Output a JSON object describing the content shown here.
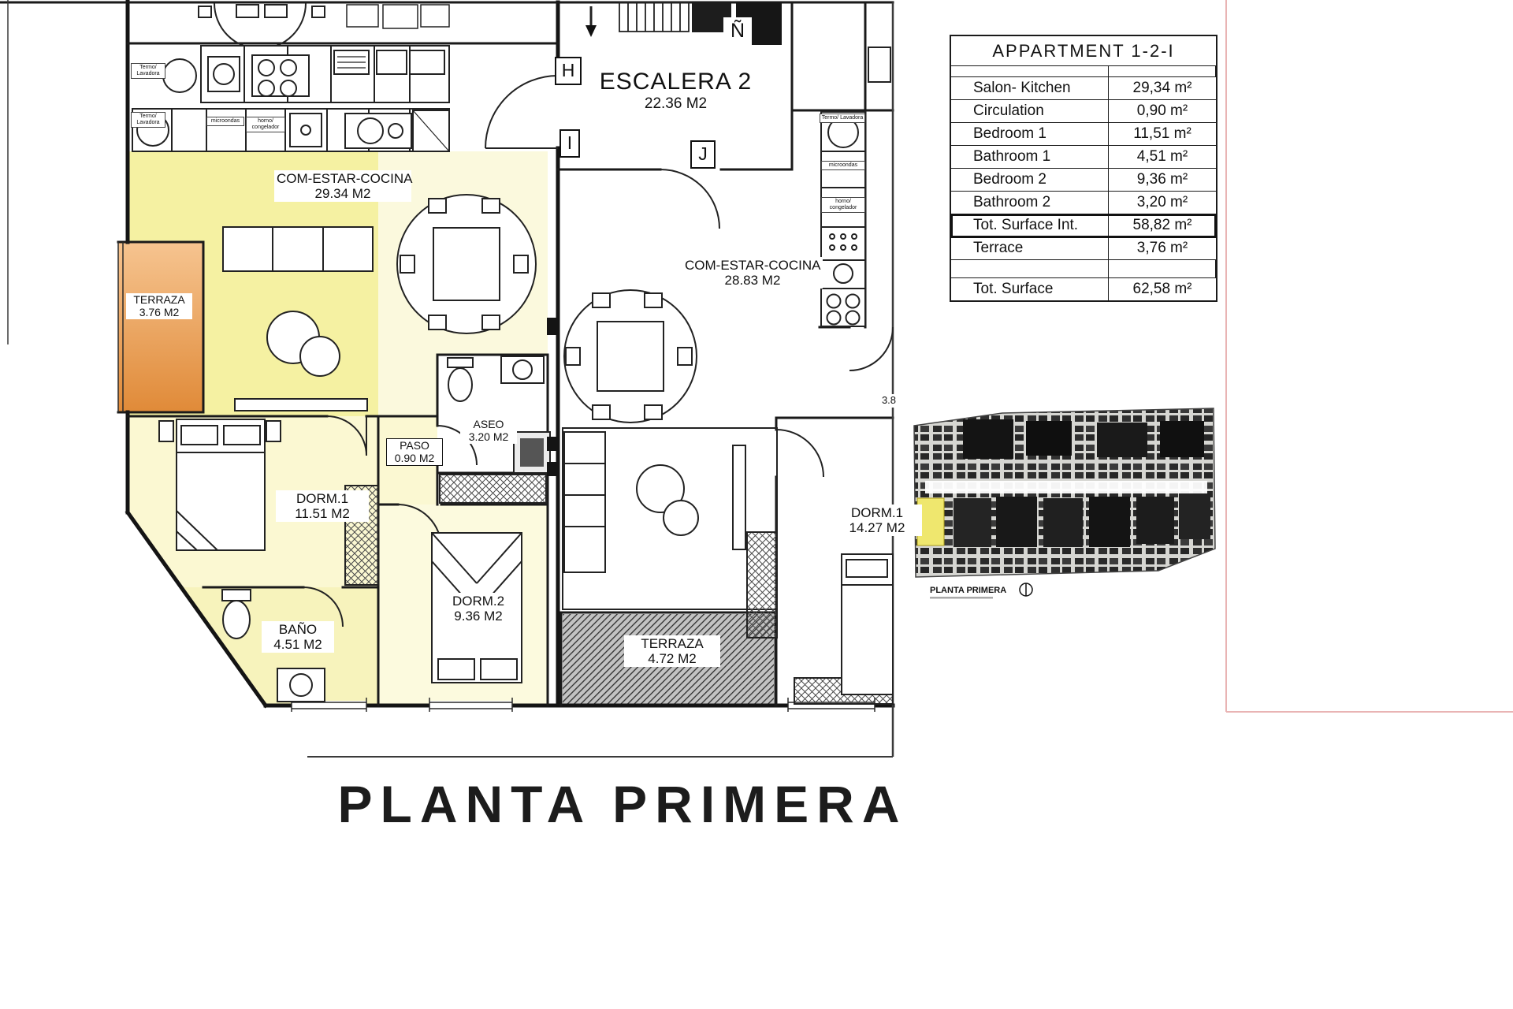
{
  "title": "PLANTA PRIMERA",
  "plan": {
    "rooms": {
      "living1": {
        "name": "COM-ESTAR-COCINA",
        "area": "29.34 M2"
      },
      "terraza1": {
        "name": "TERRAZA",
        "area": "3.76 M2"
      },
      "dorm1a": {
        "name": "DORM.1",
        "area": "11.51 M2"
      },
      "bano": {
        "name": "BAÑO",
        "area": "4.51 M2"
      },
      "dorm2": {
        "name": "DORM.2",
        "area": "9.36 M2"
      },
      "paso": {
        "name": "PASO",
        "area": "0.90 M2"
      },
      "aseo": {
        "name": "ASEO",
        "area": "3.20 M2"
      },
      "escalera": {
        "name": "ESCALERA 2",
        "area": "22.36 M2"
      },
      "living2": {
        "name": "COM-ESTAR-COCINA",
        "area": "28.83 M2"
      },
      "dorm1b": {
        "name": "DORM.1",
        "area": "14.27 M2"
      },
      "terraza2": {
        "name": "TERRAZA",
        "area": "4.72 M2"
      },
      "partial": {
        "area": "3.8"
      }
    },
    "markers": {
      "m1": "H",
      "m2": "I",
      "m3": "J",
      "m4": "Ñ"
    },
    "appliances": {
      "termo": "Termo/ Lavadora",
      "micro": "microondas",
      "horno": "horno/ congelador"
    }
  },
  "table": {
    "header": "APPARTMENT 1-2-I",
    "rows": [
      {
        "label": "Salon- Kitchen",
        "value": "29,34 m²"
      },
      {
        "label": "Circulation",
        "value": "0,90 m²"
      },
      {
        "label": "Bedroom 1",
        "value": "11,51 m²"
      },
      {
        "label": "Bathroom 1",
        "value": "4,51 m²"
      },
      {
        "label": "Bedroom 2",
        "value": "9,36 m²"
      },
      {
        "label": "Bathroom 2",
        "value": "3,20 m²"
      },
      {
        "label": "Tot. Surface Int.",
        "value": "58,82 m²"
      },
      {
        "label": "Terrace",
        "value": "3,76 m²"
      },
      {
        "label": "Tot. Surface",
        "value": "62,58 m²"
      }
    ]
  },
  "minimap": {
    "caption": "PLANTA PRIMERA"
  },
  "colors": {
    "highlight": "#f5f1a2",
    "highlight_pale": "#fbf8d2",
    "terrace_orange": "#e08a38"
  }
}
